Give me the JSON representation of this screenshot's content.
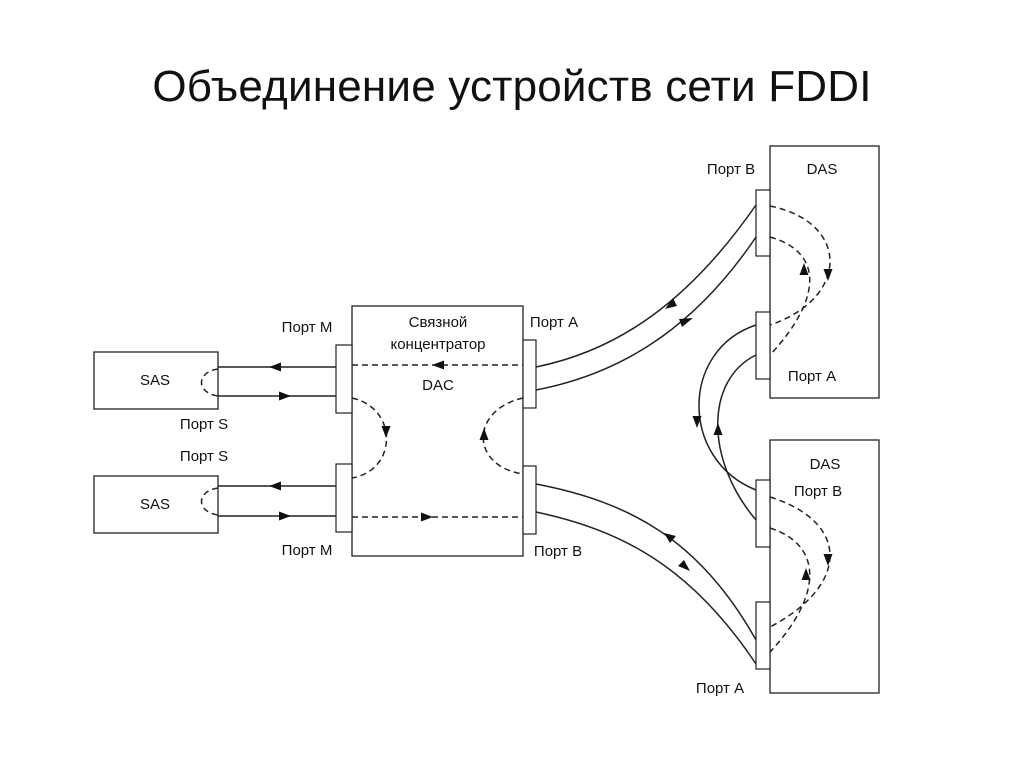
{
  "title": "Объединение устройств сети FDDI",
  "labels": {
    "hub_name_line1": "Связной",
    "hub_name_line2": "концентратор",
    "hub_type": "DAC",
    "sas_top": "SAS",
    "sas_bottom": "SAS",
    "das_top": "DAS",
    "das_bottom": "DAS",
    "port_m_top": "Порт M",
    "port_m_bottom": "Порт M",
    "port_s_top": "Порт S",
    "port_s_bottom": "Порт S",
    "hub_port_a": "Порт A",
    "hub_port_b": "Порт B",
    "das_top_port_b": "Порт B",
    "das_top_port_a": "Порт A",
    "das_bottom_port_b": "Порт B",
    "das_bottom_port_a": "Порт A"
  }
}
